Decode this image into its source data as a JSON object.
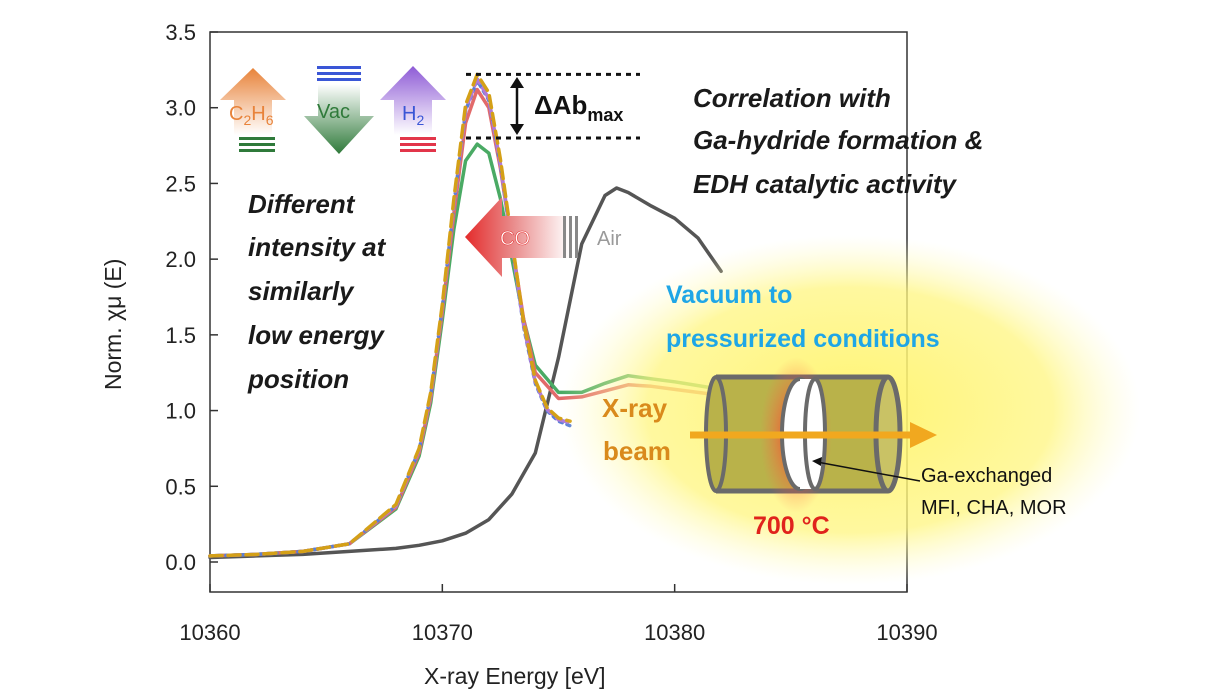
{
  "chart_data": {
    "type": "line",
    "xlabel": "X-ray Energy [eV]",
    "ylabel": "Norm. χμ (E)",
    "xlim": [
      10360,
      10390
    ],
    "ylim": [
      0.0,
      3.5
    ],
    "xticks": [
      "10360",
      "10370",
      "10380",
      "10390"
    ],
    "yticks": [
      "0.0",
      "0.5",
      "1.0",
      "1.5",
      "2.0",
      "2.5",
      "3.0",
      "3.5"
    ],
    "series": [
      {
        "name": "Air",
        "color": "#555555",
        "style": "solid",
        "x": [
          10360,
          10362,
          10364,
          10366,
          10368,
          10369,
          10370,
          10371,
          10372,
          10373,
          10374,
          10375,
          10376,
          10377,
          10377.5,
          10378,
          10379,
          10380,
          10381,
          10382
        ],
        "y": [
          0.03,
          0.04,
          0.05,
          0.07,
          0.09,
          0.11,
          0.14,
          0.19,
          0.28,
          0.45,
          0.72,
          1.35,
          2.1,
          2.42,
          2.47,
          2.44,
          2.35,
          2.27,
          2.14,
          1.92
        ]
      },
      {
        "name": "",
        "color": "#4aaa64",
        "style": "solid",
        "x": [
          10360,
          10362,
          10364,
          10366,
          10368,
          10369,
          10369.5,
          10370,
          10370.5,
          10371,
          10371.5,
          10372,
          10372.5,
          10373,
          10373.5,
          10374,
          10375,
          10376,
          10377,
          10378,
          10379,
          10380,
          10382
        ],
        "y": [
          0.04,
          0.05,
          0.07,
          0.12,
          0.35,
          0.7,
          1.05,
          1.6,
          2.2,
          2.65,
          2.76,
          2.7,
          2.4,
          2.0,
          1.6,
          1.3,
          1.12,
          1.12,
          1.18,
          1.23,
          1.21,
          1.19,
          1.14
        ]
      },
      {
        "name": "",
        "color": "#e26a6a",
        "style": "solid",
        "x": [
          10360,
          10362,
          10364,
          10366,
          10368,
          10369,
          10369.5,
          10370,
          10370.5,
          10371,
          10371.5,
          10372,
          10372.5,
          10373,
          10373.5,
          10374,
          10375,
          10376,
          10377,
          10378,
          10379,
          10380,
          10382
        ],
        "y": [
          0.04,
          0.05,
          0.07,
          0.12,
          0.36,
          0.72,
          1.08,
          1.65,
          2.3,
          2.9,
          3.12,
          3.0,
          2.6,
          2.1,
          1.6,
          1.25,
          1.08,
          1.09,
          1.13,
          1.17,
          1.16,
          1.14,
          1.1
        ]
      },
      {
        "name": "",
        "color": "#5a7fd6",
        "style": "dotted",
        "x": [
          10360,
          10362,
          10364,
          10366,
          10368,
          10369,
          10369.5,
          10370,
          10370.5,
          10371,
          10371.5,
          10372,
          10372.5,
          10373,
          10373.5,
          10374,
          10374.5,
          10375,
          10375.5
        ],
        "y": [
          0.04,
          0.05,
          0.07,
          0.12,
          0.37,
          0.74,
          1.1,
          1.68,
          2.36,
          2.98,
          3.18,
          3.05,
          2.62,
          2.08,
          1.55,
          1.18,
          1.0,
          0.93,
          0.9
        ]
      },
      {
        "name": "",
        "color": "#b07ad8",
        "style": "dashed",
        "x": [
          10360,
          10362,
          10364,
          10366,
          10368,
          10369,
          10369.5,
          10370,
          10370.5,
          10371,
          10371.5,
          10372,
          10372.5,
          10373,
          10373.5,
          10374,
          10374.5,
          10375,
          10375.5
        ],
        "y": [
          0.04,
          0.05,
          0.07,
          0.12,
          0.37,
          0.74,
          1.1,
          1.68,
          2.37,
          2.99,
          3.19,
          3.06,
          2.63,
          2.09,
          1.56,
          1.19,
          1.01,
          0.94,
          0.92
        ]
      },
      {
        "name": "",
        "color": "#d4a017",
        "style": "dashed",
        "x": [
          10360,
          10362,
          10364,
          10366,
          10368,
          10369,
          10369.5,
          10370,
          10370.5,
          10371,
          10371.5,
          10372,
          10372.5,
          10373,
          10373.5,
          10374,
          10374.5,
          10375,
          10375.5
        ],
        "y": [
          0.04,
          0.05,
          0.07,
          0.12,
          0.38,
          0.75,
          1.12,
          1.7,
          2.4,
          3.02,
          3.22,
          3.1,
          2.66,
          2.12,
          1.58,
          1.2,
          1.02,
          0.95,
          0.93
        ]
      }
    ],
    "delta_line_upper": 3.22,
    "delta_line_lower": 2.8
  },
  "annotations": {
    "delta_label": "ΔAb",
    "delta_sub": "max",
    "correlation": [
      "Correlation with",
      "Ga-hydride formation &",
      "EDH catalytic activity"
    ],
    "different": [
      "Different",
      "intensity at",
      "similarly",
      "low energy",
      "position"
    ],
    "co_label": "CO",
    "air_label": "Air",
    "conditions": [
      "Vacuum to",
      "pressurized conditions"
    ],
    "beam": [
      "X-ray",
      "beam"
    ],
    "temperature": "700 °C",
    "sample": [
      "Ga-exchanged",
      "MFI, CHA, MOR"
    ],
    "gas_c2h6_main": "C",
    "gas_c2h6_sub1": "2",
    "gas_c2h6_mid": "H",
    "gas_c2h6_sub2": "6",
    "gas_vac": "Vac",
    "gas_h2_main": "H",
    "gas_h2_sub": "2"
  }
}
